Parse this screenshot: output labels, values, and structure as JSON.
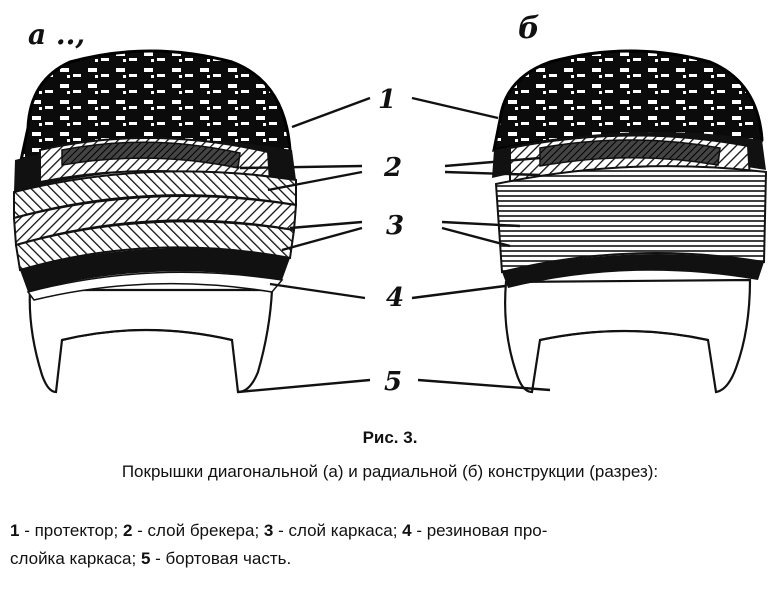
{
  "figure": {
    "panel_a_label": "a ..,",
    "panel_b_label": "б",
    "callouts": [
      "1",
      "2",
      "3",
      "4",
      "5"
    ]
  },
  "caption": {
    "title": "Рис. 3.",
    "subtitle": "Покрышки диагональной (а) и радиальной (б) конструкции (разрез):"
  },
  "legend": {
    "line1": [
      {
        "num": "1",
        "text": " - протектор; "
      },
      {
        "num": "2",
        "text": " - слой брекера; "
      },
      {
        "num": "3",
        "text": " - слой каркаса; "
      },
      {
        "num": "4",
        "text": " - резиновая про-"
      }
    ],
    "line2": [
      {
        "text": "слойка каркаса; "
      },
      {
        "num": "5",
        "text": " - бортовая часть."
      }
    ]
  }
}
